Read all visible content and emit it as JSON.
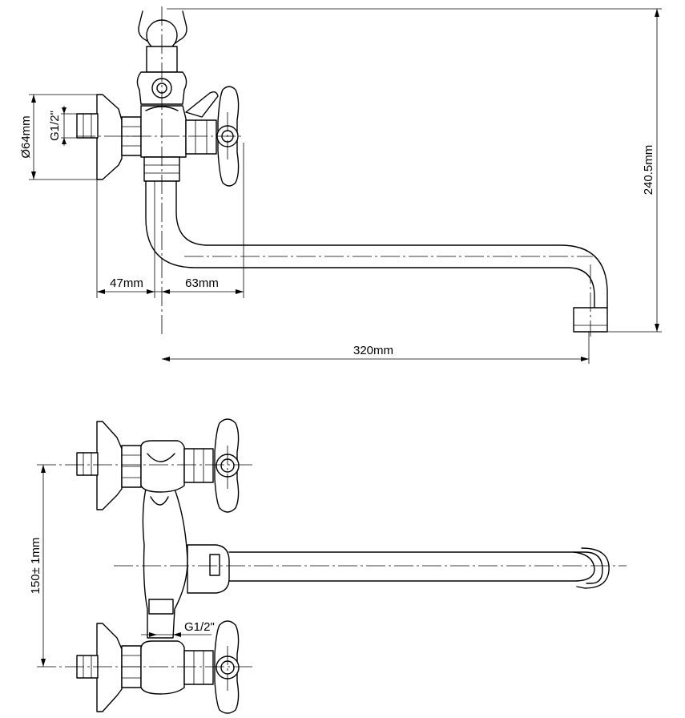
{
  "dimensions": {
    "flange_diameter": "Ø64mm",
    "thread_top": "G1/2\"",
    "offset_47": "47mm",
    "offset_63": "63mm",
    "spout_reach": "320mm",
    "total_height": "240.5mm",
    "center_distance": "150± 1mm",
    "thread_bottom": "G1/2\""
  },
  "colors": {
    "line": "#000000",
    "background": "#ffffff"
  }
}
